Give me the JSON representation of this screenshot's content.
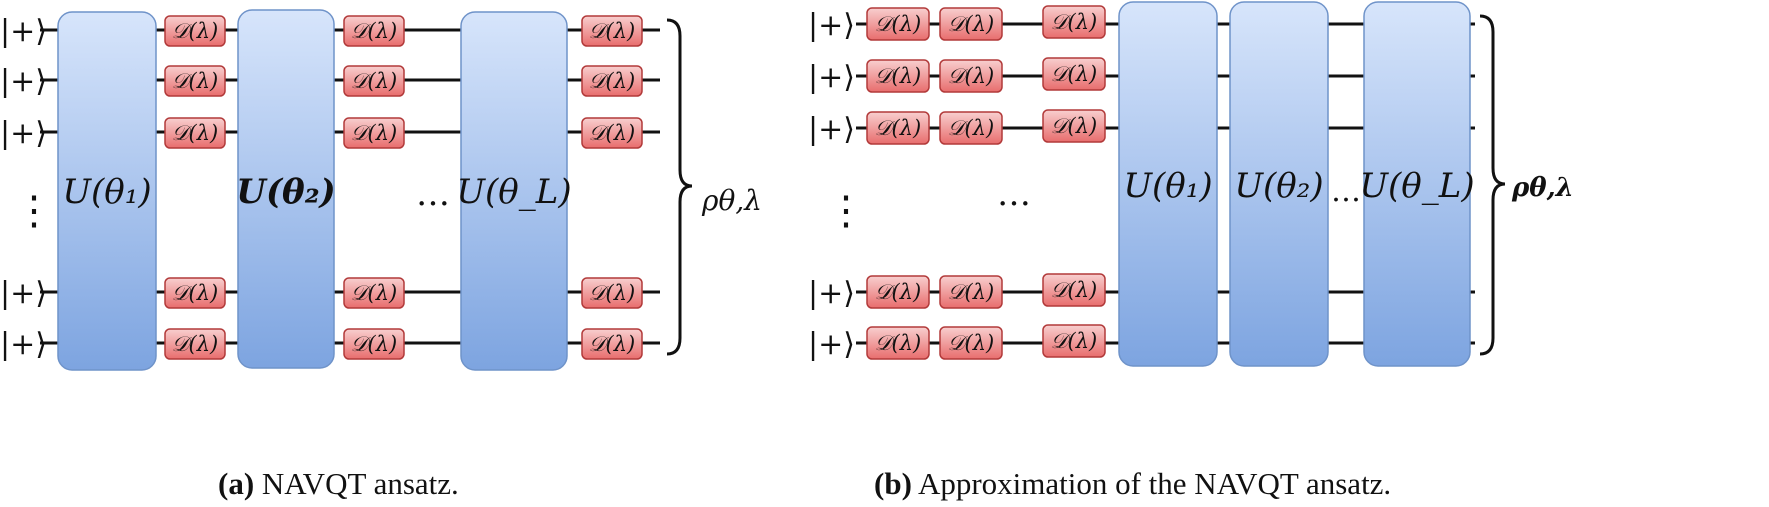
{
  "panels": {
    "a": {
      "ket_label": "|+⟩",
      "gate_label": "𝒟(λ)",
      "unitaries": [
        "U(θ₁)",
        "U(θ₂)",
        "U(θ_L)"
      ],
      "ellipsis": "…",
      "vdots": "⋮",
      "output_state": "ρθ,λ",
      "caption_tag": "(a)",
      "caption_text": "NAVQT ansatz."
    },
    "b": {
      "ket_label": "|+⟩",
      "gate_label": "𝒟(λ)",
      "unitaries": [
        "U(θ₁)",
        "U(θ₂)",
        "U(θ_L)"
      ],
      "ellipsis": "…",
      "vdots": "⋮",
      "output_state": "ρθ,λ",
      "caption_tag": "(b)",
      "caption_text": "Approximation of the NAVQT ansatz."
    }
  },
  "colors": {
    "unitary_top": "#d7e5fb",
    "unitary_bottom": "#7da4e0",
    "unitary_border": "#6f93c9",
    "gate_top": "#f8cfcf",
    "gate_bottom": "#e86d6d",
    "gate_border": "#b23a3a",
    "wire": "#111111"
  }
}
